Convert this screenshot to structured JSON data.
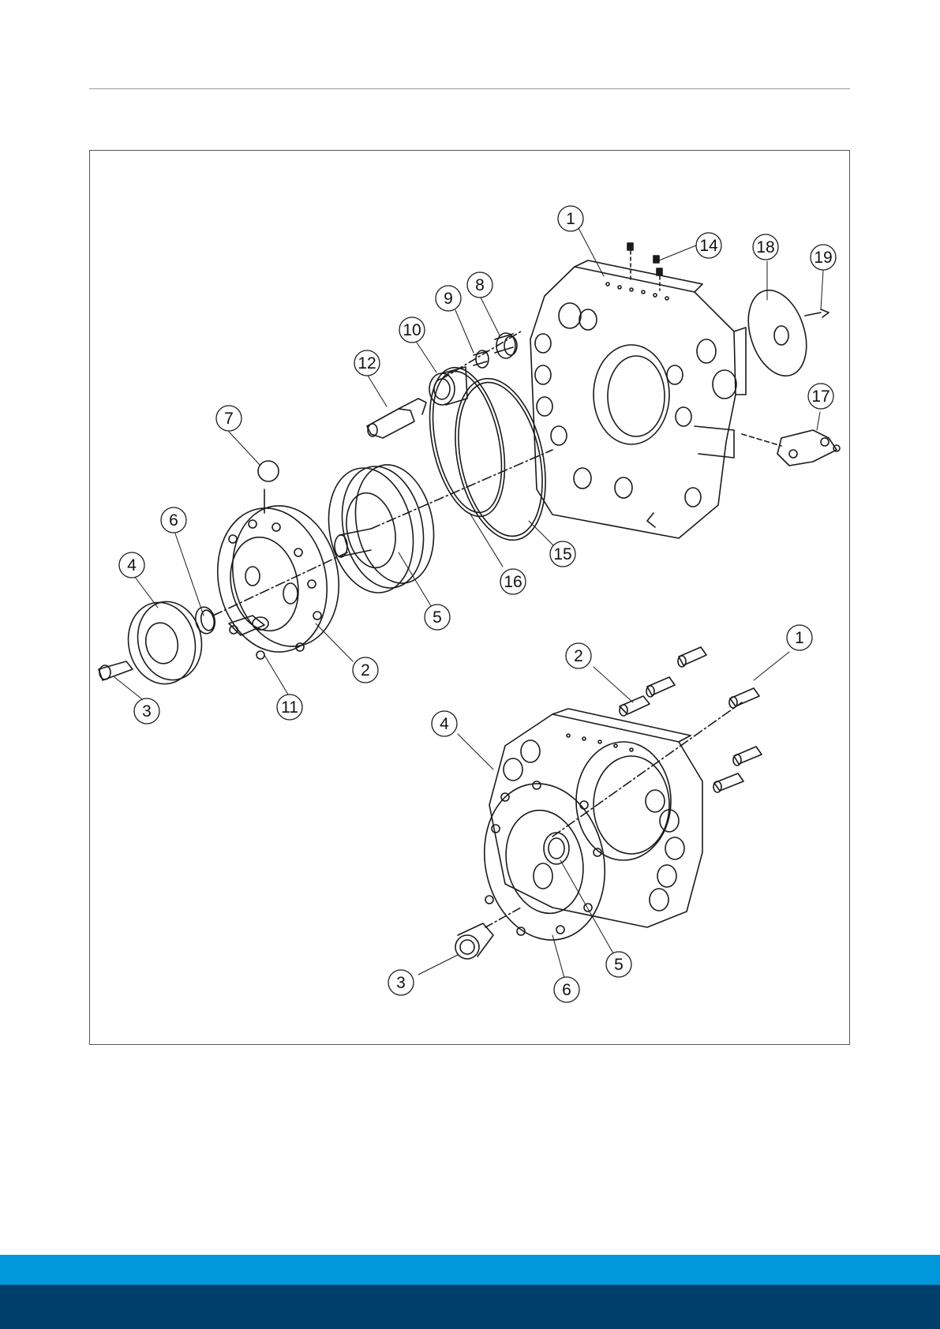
{
  "colors": {
    "footer_light": "#0098db",
    "footer_dark": "#003f6b",
    "line": "#1a1a1a",
    "rule": "#9a9a9a"
  },
  "diagram": {
    "upper_callouts": [
      "1",
      "14",
      "18",
      "19",
      "8",
      "9",
      "10",
      "12",
      "7",
      "6",
      "4",
      "3",
      "11",
      "2",
      "5",
      "16",
      "15",
      "17"
    ],
    "lower_callouts": [
      "1",
      "2",
      "4",
      "3",
      "5",
      "6"
    ]
  }
}
